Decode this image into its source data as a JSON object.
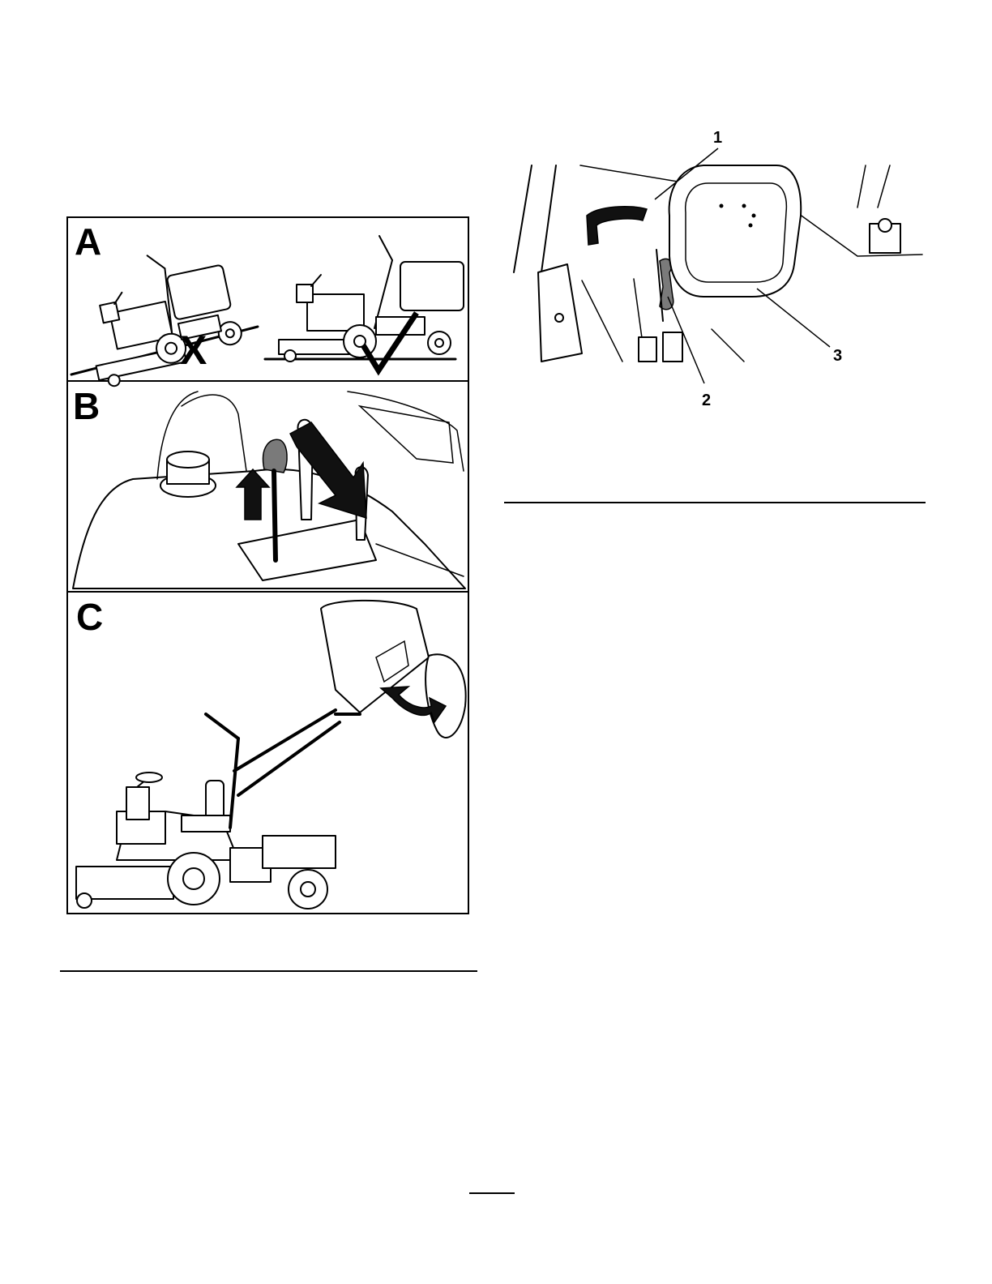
{
  "figure_left": {
    "panels": [
      {
        "letter": "A",
        "wrong_mark": "X"
      },
      {
        "letter": "B"
      },
      {
        "letter": "C"
      }
    ]
  },
  "figure_right": {
    "callouts": [
      "1",
      "2",
      "3"
    ]
  }
}
